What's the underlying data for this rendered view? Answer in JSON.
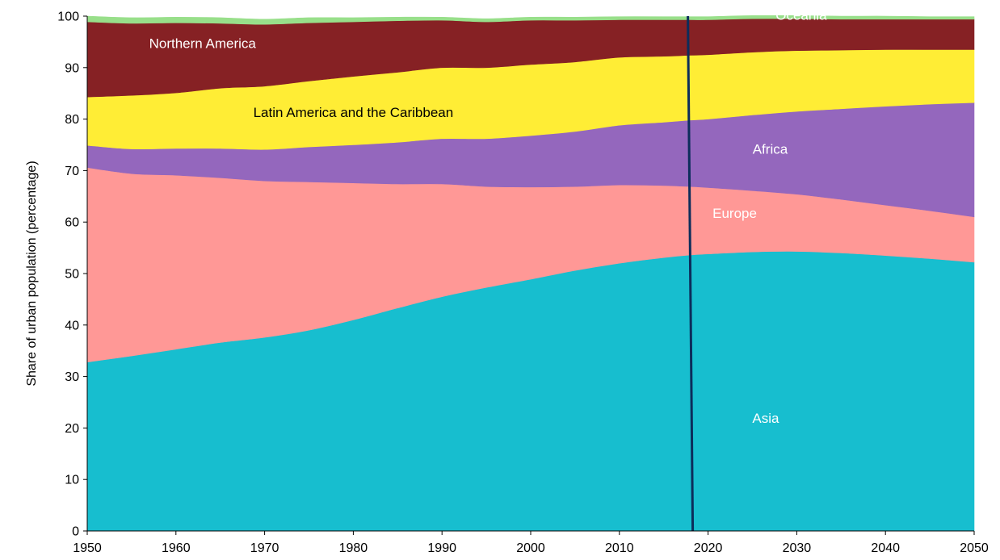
{
  "chart_data": {
    "type": "area",
    "stacked": true,
    "title": "",
    "xlabel": "",
    "ylabel": "Share  of urban population (percentage)",
    "xlim": [
      1950,
      2050
    ],
    "ylim": [
      0,
      100
    ],
    "xticks": [
      1950,
      1960,
      1970,
      1980,
      1990,
      2000,
      2010,
      2020,
      2030,
      2040,
      2050
    ],
    "yticks": [
      0,
      10,
      20,
      30,
      40,
      50,
      60,
      70,
      80,
      90,
      100
    ],
    "grid": false,
    "legend": "none",
    "x": [
      1950,
      1955,
      1960,
      1965,
      1970,
      1975,
      1980,
      1985,
      1990,
      1995,
      2000,
      2005,
      2010,
      2015,
      2018,
      2020,
      2025,
      2030,
      2035,
      2040,
      2045,
      2050
    ],
    "series": [
      {
        "name": "Asia",
        "color": "#17BECF",
        "label_color": "#ffffff",
        "values": [
          32.8,
          34.0,
          35.3,
          36.6,
          37.6,
          39.0,
          41.0,
          43.3,
          45.5,
          47.3,
          48.9,
          50.6,
          52.0,
          53.1,
          53.6,
          53.8,
          54.2,
          54.3,
          54.0,
          53.5,
          52.9,
          52.2
        ]
      },
      {
        "name": "Europe",
        "color": "#FF9896",
        "label_color": "#ffffff",
        "values": [
          37.8,
          35.4,
          33.8,
          32.0,
          30.4,
          28.8,
          26.6,
          24.1,
          21.9,
          19.6,
          17.9,
          16.3,
          15.2,
          14.0,
          13.3,
          12.9,
          11.9,
          11.1,
          10.4,
          9.8,
          9.3,
          8.8
        ]
      },
      {
        "name": "Africa",
        "color": "#9467BD",
        "label_color": "#ffffff",
        "values": [
          4.3,
          4.8,
          5.2,
          5.7,
          6.1,
          6.8,
          7.4,
          8.1,
          8.8,
          9.3,
          10.0,
          10.7,
          11.6,
          12.3,
          12.9,
          13.3,
          14.7,
          16.1,
          17.6,
          19.2,
          20.7,
          22.2
        ]
      },
      {
        "name": "Latin America and the Caribbean",
        "color": "#FFED35",
        "label_color": "#000000",
        "values": [
          9.4,
          10.4,
          10.8,
          11.7,
          12.3,
          12.8,
          13.3,
          13.6,
          13.8,
          13.8,
          13.8,
          13.5,
          13.2,
          12.8,
          12.6,
          12.5,
          12.2,
          11.8,
          11.4,
          11.0,
          10.6,
          10.3
        ]
      },
      {
        "name": "Northern America",
        "color": "#862124",
        "label_color": "#ffffff",
        "values": [
          14.6,
          14.0,
          13.6,
          12.6,
          12.0,
          11.3,
          10.6,
          10.0,
          9.2,
          8.9,
          8.6,
          8.1,
          7.3,
          7.1,
          6.9,
          6.8,
          6.5,
          6.2,
          6.0,
          5.9,
          5.9,
          5.9
        ]
      },
      {
        "name": "Oceania",
        "color": "#98DF8A",
        "label_color": "#ffffff",
        "values": [
          1.1,
          1.1,
          1.1,
          1.1,
          1.0,
          1.0,
          0.8,
          0.7,
          0.6,
          0.6,
          0.6,
          0.6,
          0.6,
          0.6,
          0.6,
          0.6,
          0.6,
          0.6,
          0.6,
          0.6,
          0.5,
          0.5
        ]
      }
    ],
    "marker_line": {
      "x": 2018,
      "color": "#0C2D5B"
    }
  }
}
